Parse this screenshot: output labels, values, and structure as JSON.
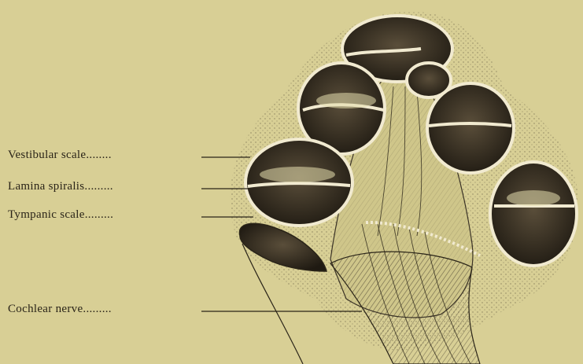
{
  "figure": {
    "labels": {
      "vestibular_scale": "Vestibular scale........",
      "lamina_spiralis": "Lamina spiralis.........",
      "tympanic_scale": "Tympanic scale.........",
      "cochlear_nerve": "Cochlear nerve........."
    }
  },
  "colors": {
    "paper": "#d8cf95",
    "ink": "#2a2418",
    "cavity": "#3a3226",
    "wall": "#e6dfae"
  }
}
